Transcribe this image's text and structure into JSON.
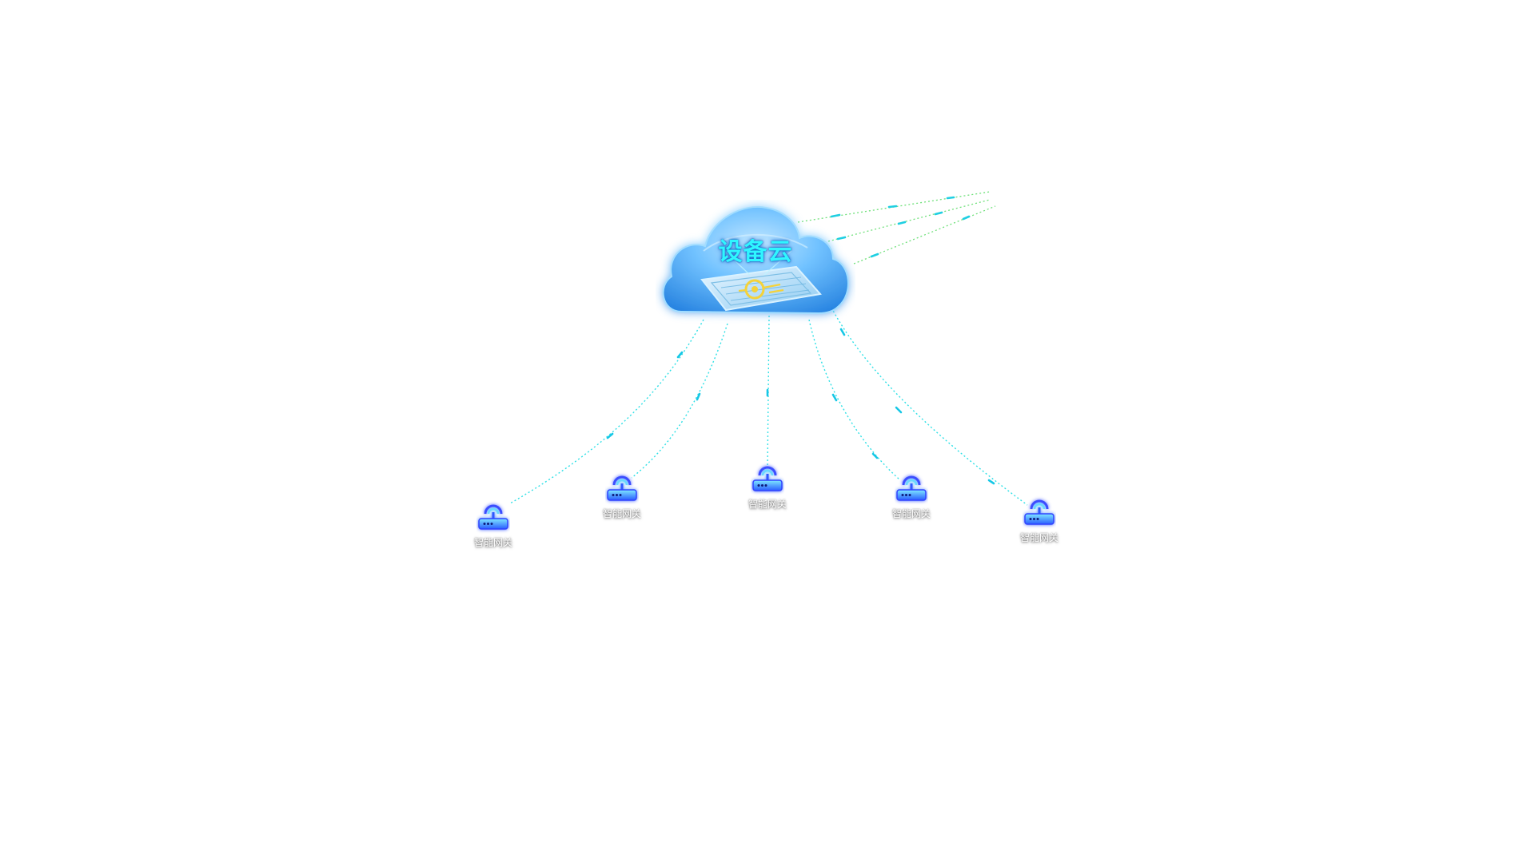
{
  "diagram": {
    "hub": {
      "label": "设备云",
      "icon": "cloud-server-icon",
      "accent_color": "#2ff6ff",
      "cloud_color": "#4aa8ff"
    },
    "nodes": [
      {
        "label": "智能网关",
        "icon": "router-icon"
      },
      {
        "label": "智能网关",
        "icon": "router-icon"
      },
      {
        "label": "智能网关",
        "icon": "router-icon"
      },
      {
        "label": "智能网关",
        "icon": "router-icon"
      },
      {
        "label": "智能网关",
        "icon": "router-icon"
      }
    ],
    "link_color": "#2fe8e8",
    "upstream_link_color": "#5fe07a",
    "upstream_link_count": 3
  }
}
